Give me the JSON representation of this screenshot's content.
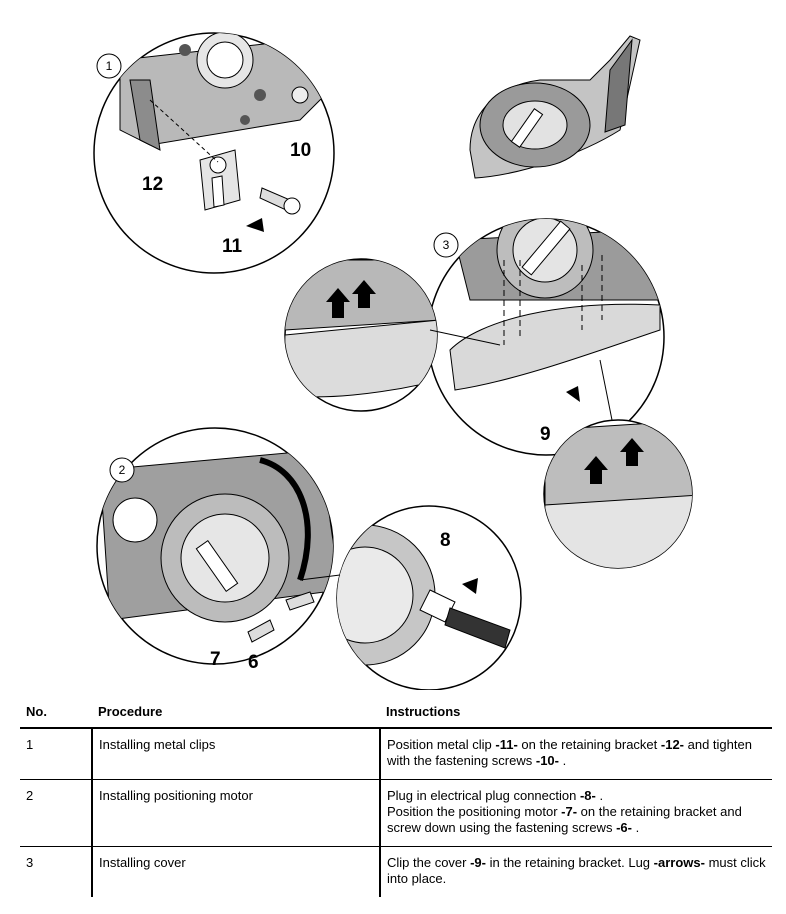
{
  "figure": {
    "callouts": {
      "c1": "1",
      "c2": "2",
      "c3": "3"
    },
    "labels": {
      "l12": "12",
      "l10": "10",
      "l11": "11",
      "l9": "9",
      "l8": "8",
      "l7": "7",
      "l6": "6"
    }
  },
  "table": {
    "headers": {
      "no": "No.",
      "procedure": "Procedure",
      "instructions": "Instructions"
    },
    "rows": [
      {
        "no": "1",
        "procedure": "Installing metal clips",
        "instr": [
          {
            "t": "Position metal clip "
          },
          {
            "b": "-11-"
          },
          {
            "t": " on the retaining bracket "
          },
          {
            "b": "-12-"
          },
          {
            "t": " and tighten with the fastening screws "
          },
          {
            "b": "-10-"
          },
          {
            "t": " ."
          }
        ]
      },
      {
        "no": "2",
        "procedure": "Installing positioning motor",
        "instr": [
          {
            "t": "Plug in electrical plug connection "
          },
          {
            "b": "-8-"
          },
          {
            "t": " ."
          },
          {
            "br": true
          },
          {
            "t": "Position the positioning motor "
          },
          {
            "b": "-7-"
          },
          {
            "t": " on the retaining bracket and screw down using the fastening screws "
          },
          {
            "b": "-6-"
          },
          {
            "t": " ."
          }
        ]
      },
      {
        "no": "3",
        "procedure": "Installing cover",
        "instr": [
          {
            "t": "Clip the cover "
          },
          {
            "b": "-9-"
          },
          {
            "t": " in the retaining bracket. Lug "
          },
          {
            "b": "-arrows-"
          },
          {
            "t": " must click into place."
          }
        ]
      }
    ]
  }
}
